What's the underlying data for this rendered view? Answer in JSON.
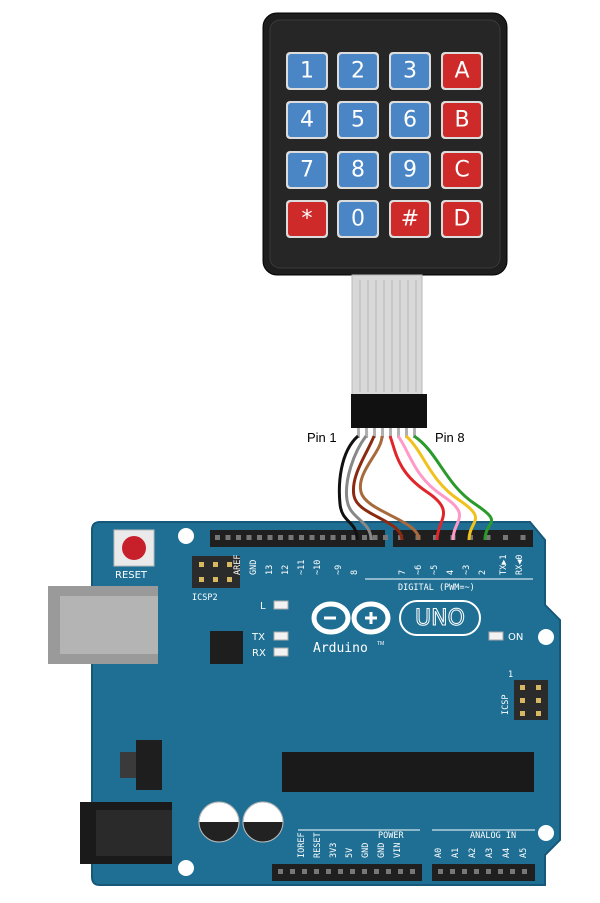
{
  "keypad": {
    "keys": [
      {
        "label": "1",
        "color": "#4a86c5"
      },
      {
        "label": "2",
        "color": "#4a86c5"
      },
      {
        "label": "3",
        "color": "#4a86c5"
      },
      {
        "label": "A",
        "color": "#cf2a2a"
      },
      {
        "label": "4",
        "color": "#4a86c5"
      },
      {
        "label": "5",
        "color": "#4a86c5"
      },
      {
        "label": "6",
        "color": "#4a86c5"
      },
      {
        "label": "B",
        "color": "#cf2a2a"
      },
      {
        "label": "7",
        "color": "#4a86c5"
      },
      {
        "label": "8",
        "color": "#4a86c5"
      },
      {
        "label": "9",
        "color": "#4a86c5"
      },
      {
        "label": "C",
        "color": "#cf2a2a"
      },
      {
        "label": "*",
        "color": "#cf2a2a"
      },
      {
        "label": "0",
        "color": "#4a86c5"
      },
      {
        "label": "#",
        "color": "#cf2a2a"
      },
      {
        "label": "D",
        "color": "#cf2a2a"
      }
    ]
  },
  "labels": {
    "pin_first": "Pin 1",
    "pin_last": "Pin 8"
  },
  "wires": [
    {
      "color": "#111111"
    },
    {
      "color": "#888888"
    },
    {
      "color": "#8b2a10"
    },
    {
      "color": "#a86a3c"
    },
    {
      "color": "#e0262b"
    },
    {
      "color": "#ff9ac8"
    },
    {
      "color": "#f2c21c"
    },
    {
      "color": "#2a9a2a"
    }
  ],
  "board": {
    "color": "#1f6f94",
    "reset": "RESET",
    "icsp2": "ICSP2",
    "icsp": "ICSP",
    "icsp_one": "1",
    "brand": "Arduino",
    "tm": "TM",
    "model": "UNO",
    "on": "ON",
    "led_l": "L",
    "led_tx": "TX",
    "led_rx": "RX",
    "digital": "DIGITAL (PWM=~)",
    "power": "POWER",
    "analog": "ANALOG IN",
    "digital_pins": [
      "AREF",
      "GND",
      "13",
      "12",
      "~11",
      "~10",
      "~9",
      "8",
      "7",
      "~6",
      "~5",
      "4",
      "~3",
      "2",
      "TX▶1",
      "RX◀0"
    ],
    "power_pins": [
      "IOREF",
      "RESET",
      "3V3",
      "5V",
      "GND",
      "GND",
      "VIN"
    ],
    "analog_pins": [
      "A0",
      "A1",
      "A2",
      "A3",
      "A4",
      "A5"
    ]
  }
}
